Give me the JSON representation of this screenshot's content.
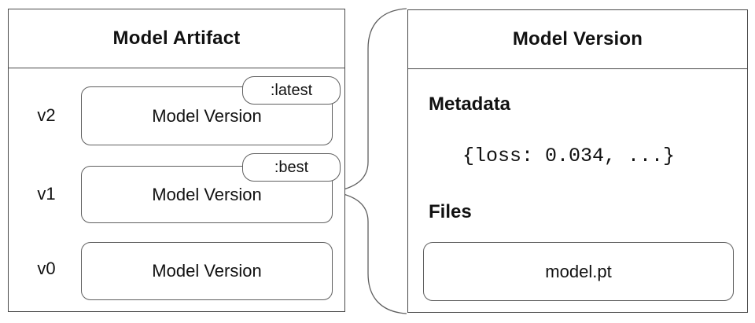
{
  "artifact_panel": {
    "title": "Model Artifact",
    "rows": [
      {
        "version": "v2",
        "label": "Model Version",
        "tag": ":latest"
      },
      {
        "version": "v1",
        "label": "Model Version",
        "tag": ":best"
      },
      {
        "version": "v0",
        "label": "Model Version",
        "tag": ""
      }
    ]
  },
  "version_panel": {
    "title": "Model Version",
    "metadata_heading": "Metadata",
    "metadata_value": "{loss: 0.034, ...}",
    "files_heading": "Files",
    "files": [
      "model.pt"
    ]
  },
  "colors": {
    "background": "#ffffff",
    "panel_border": "#4a4a4a",
    "node_border": "#5f5f5f",
    "text": "#111111"
  }
}
